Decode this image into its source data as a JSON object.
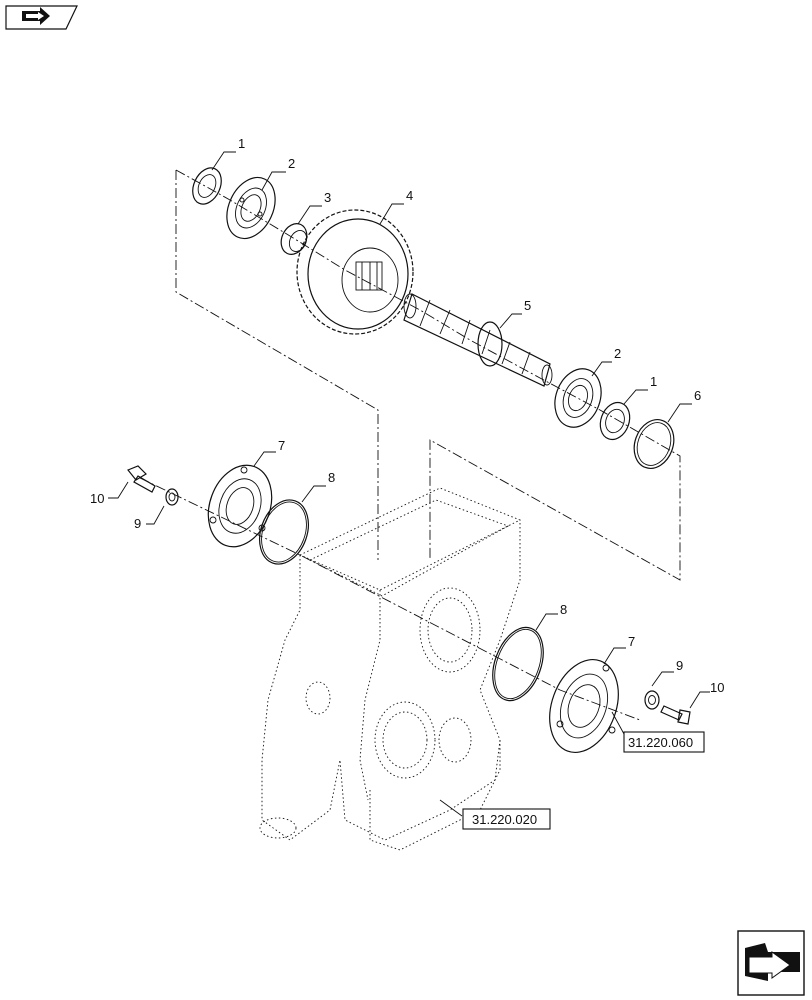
{
  "references": {
    "upper": "31.220.060",
    "lower": "31.220.020"
  },
  "callouts": {
    "c1a": "1",
    "c2a": "2",
    "c3": "3",
    "c4": "4",
    "c5": "5",
    "c2b": "2",
    "c1b": "1",
    "c6": "6",
    "c7a": "7",
    "c8a": "8",
    "c9a": "9",
    "c10a": "10",
    "c8b": "8",
    "c7b": "7",
    "c9b": "9",
    "c10b": "10"
  },
  "icons": {
    "top_left": "folder-arrow-icon",
    "bottom_right": "navigate-arrow-icon"
  }
}
